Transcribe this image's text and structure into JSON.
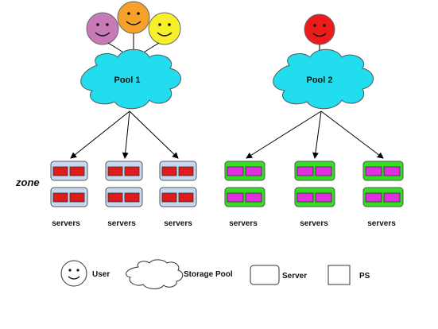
{
  "pools": [
    {
      "label": "Pool 1",
      "user_colors": [
        "#c879b8",
        "#f5a12a",
        "#f6ef2a"
      ],
      "server_color": "#c6d8f0",
      "ps_color": "#e01b1b",
      "server_labels": [
        "servers",
        "servers",
        "servers"
      ]
    },
    {
      "label": "Pool 2",
      "user_colors": [
        "#ee1b1b"
      ],
      "server_color": "#33dd22",
      "ps_color": "#e02ee0",
      "server_labels": [
        "servers",
        "servers",
        "servers"
      ]
    }
  ],
  "zone_label": "zone",
  "cloud_color": "#22ddee",
  "legend": {
    "user": "User",
    "storage_pool": "Storage Pool",
    "server": "Server",
    "ps": "PS"
  }
}
